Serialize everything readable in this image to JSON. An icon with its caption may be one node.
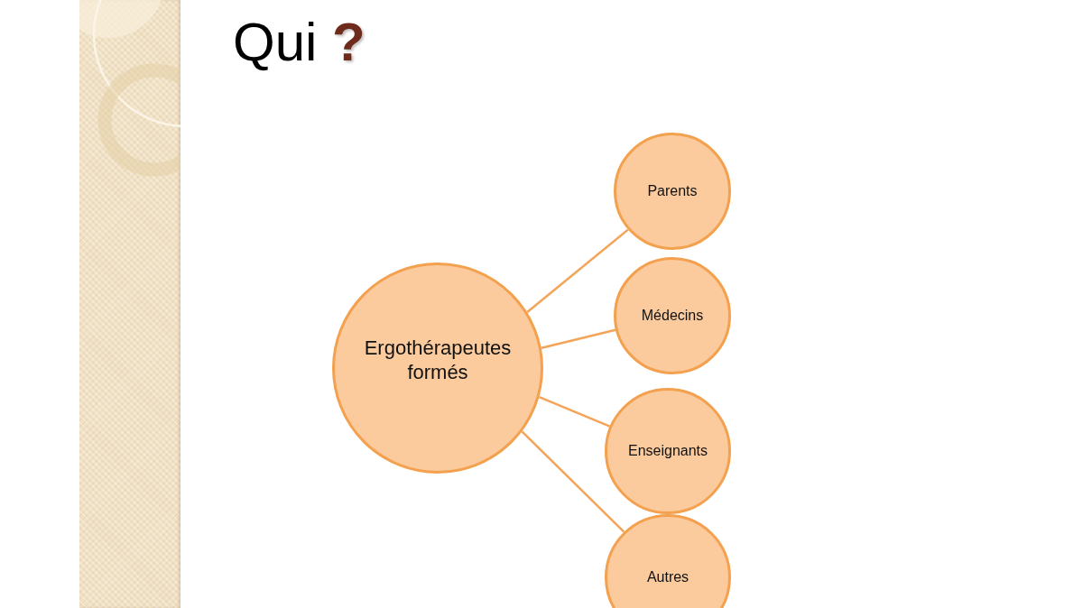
{
  "diagram": {
    "title": "Qui **?**",
    "nodes": [
      {
        "text": [
          "Ergothérapeutes formés"
        ]
      },
      {
        "text": [
          "Parents"
        ]
      },
      {
        "text": [
          "Médecins"
        ]
      },
      {
        "text": [
          "Enseignants"
        ]
      },
      {
        "text": [
          "Autres"
        ]
      }
    ],
    "edges": [
      {
        "from": 0,
        "to": 1,
        "arrow": "none"
      },
      {
        "from": 0,
        "to": 2,
        "arrow": "none"
      },
      {
        "from": 0,
        "to": 3,
        "arrow": "none"
      },
      {
        "from": 0,
        "to": 4,
        "arrow": "none"
      }
    ]
  }
}
